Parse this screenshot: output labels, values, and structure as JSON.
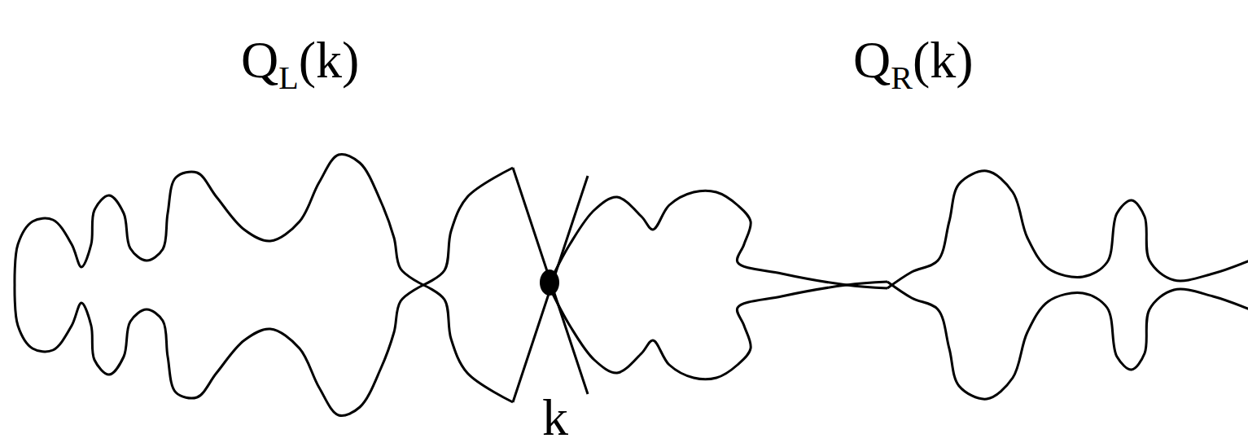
{
  "diagram": {
    "labels": [
      "QL(k)",
      "QR(k)",
      "k"
    ]
  }
}
